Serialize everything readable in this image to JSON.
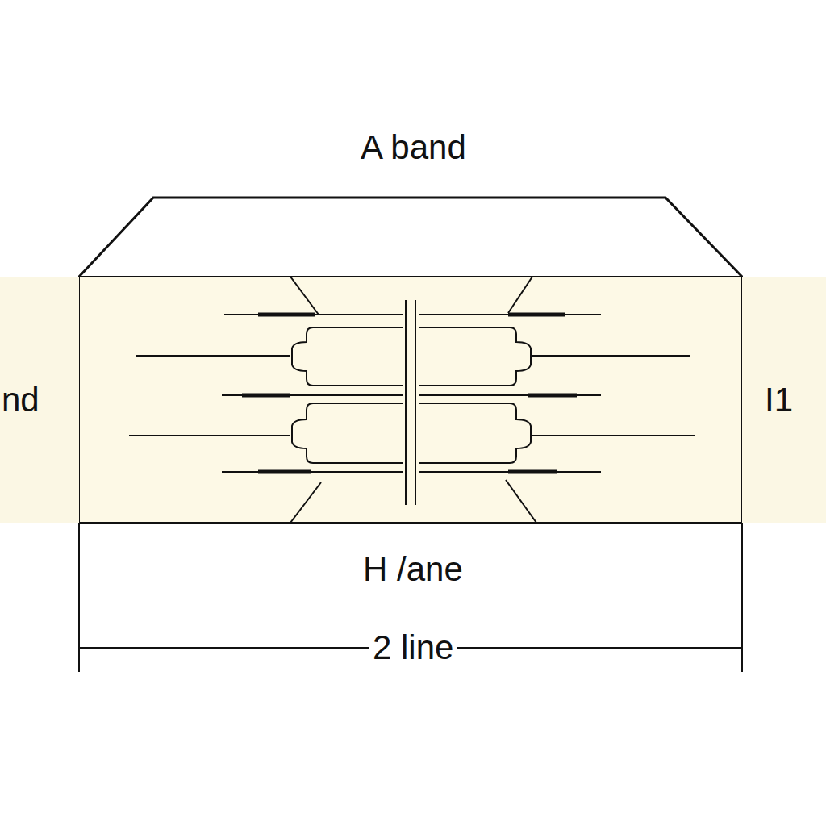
{
  "diagram": {
    "nodes": [
      {
        "text": [
          "nd"
        ]
      },
      {
        "text": [
          "I1"
        ]
      }
    ],
    "labels": [
      "A band",
      "H /ane",
      "2 line"
    ]
  }
}
